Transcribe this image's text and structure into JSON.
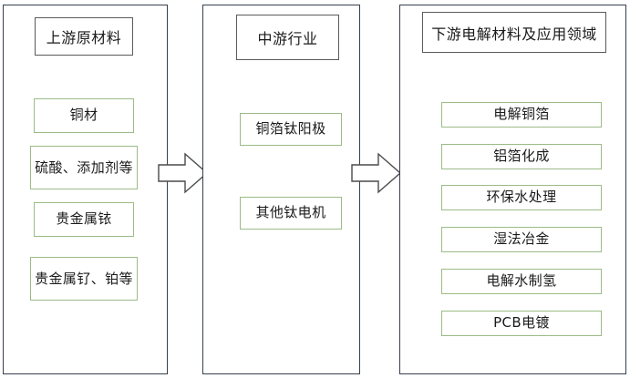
{
  "diagram": {
    "type": "value-chain-flowchart",
    "title_present": false,
    "accent_green": "#9cbb87",
    "frame_color": "#37404e",
    "header_border_color": "#5a5a5a",
    "columns": [
      {
        "id": "upstream",
        "header": "上游原材料",
        "items": [
          "铜材",
          "硫酸、添加剂等",
          "贵金属铱",
          "贵金属钌、铂等"
        ]
      },
      {
        "id": "midstream",
        "header": "中游行业",
        "items": [
          "铜箔钛阳极",
          "其他钛电机"
        ]
      },
      {
        "id": "downstream",
        "header": "下游电解材料及应用领域",
        "items": [
          "电解铜箔",
          "铝箔化成",
          "环保水处理",
          "湿法冶金",
          "电解水制氢",
          "PCB电镀"
        ]
      }
    ],
    "arrows": [
      {
        "id": "arrow-upstream-to-midstream",
        "direction": "right",
        "label": ""
      },
      {
        "id": "arrow-midstream-to-downstream",
        "direction": "right",
        "label": ""
      }
    ]
  }
}
